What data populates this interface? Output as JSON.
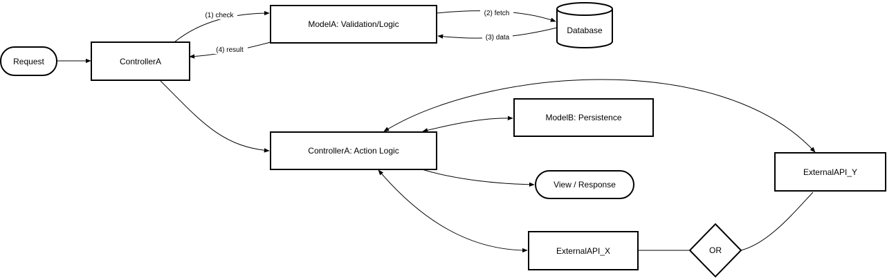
{
  "nodes": {
    "request": "Request",
    "controller_a": "ControllerA",
    "model_a": "ModelA: Validation/Logic",
    "database": "Database",
    "controller_a_action": "ControllerA: Action Logic",
    "model_b": "ModelB: Persistence",
    "view_response": "View / Response",
    "external_api_y": "ExternalAPI_Y",
    "external_api_x": "ExternalAPI_X",
    "or_gate": "OR"
  },
  "edges": {
    "check": "(1) check",
    "fetch": "(2) fetch",
    "data": "(3) data",
    "result": "(4) result"
  }
}
